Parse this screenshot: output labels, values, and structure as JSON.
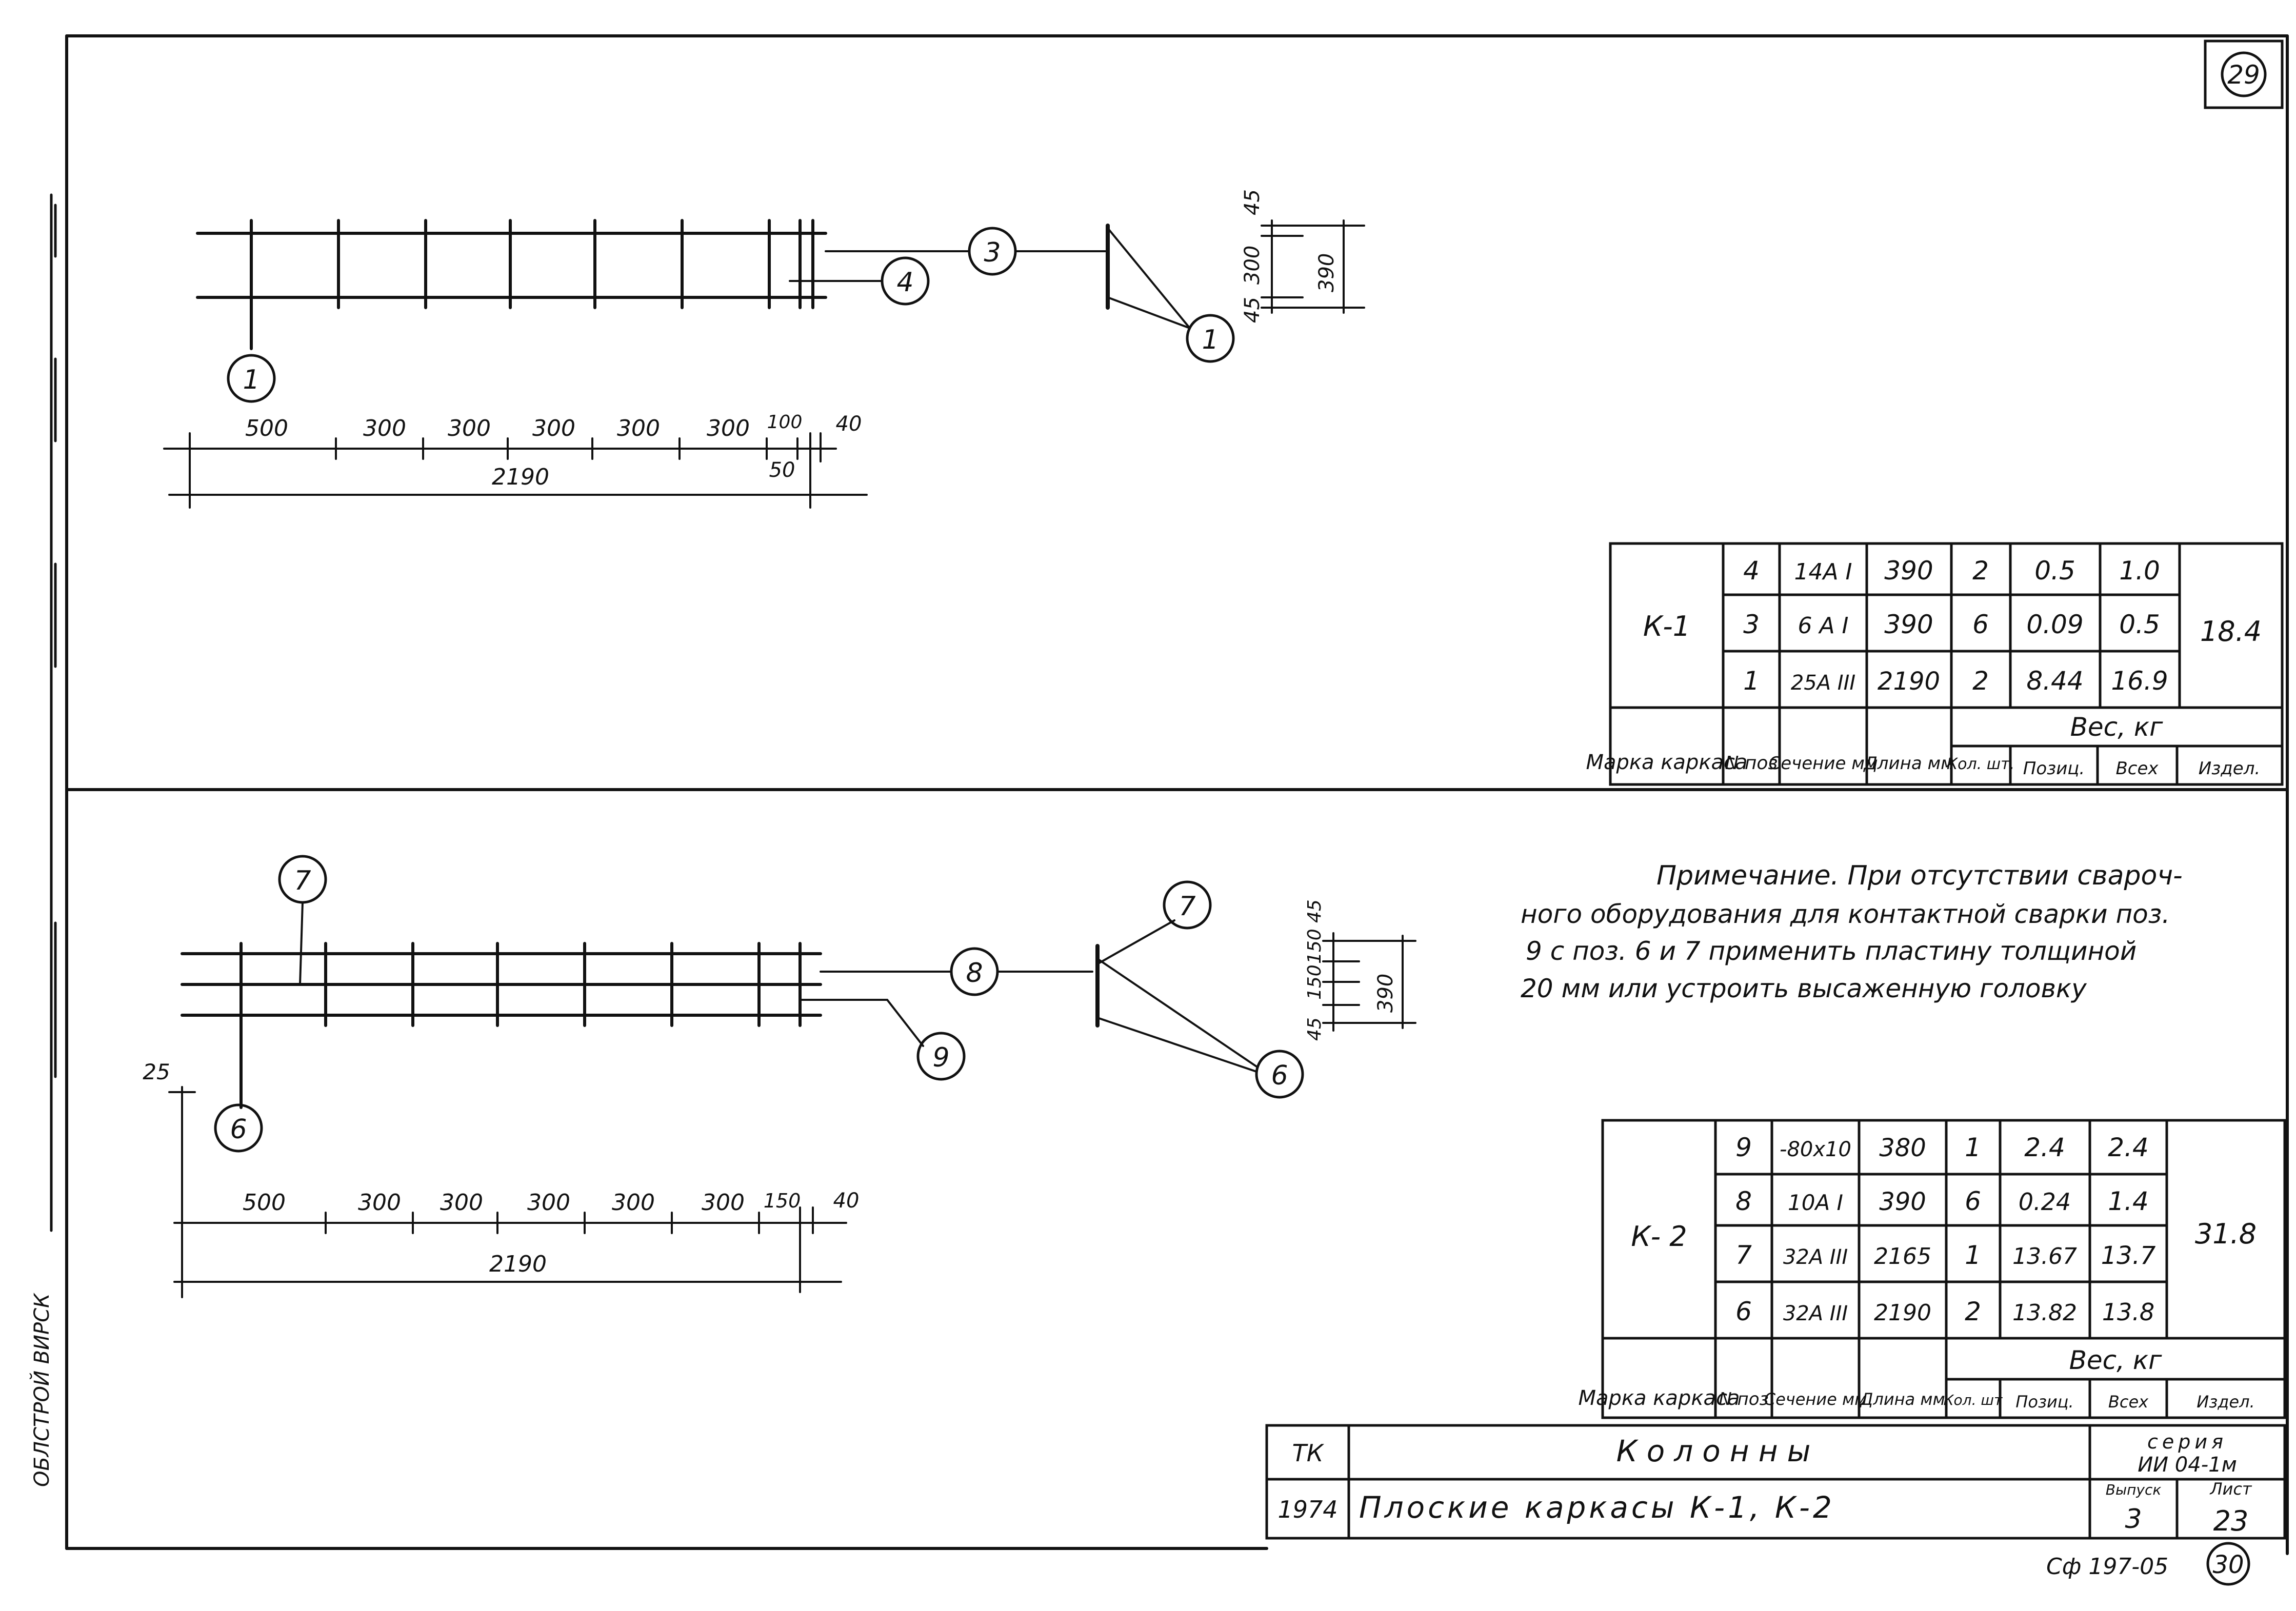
{
  "sheet": {
    "corner_number": "29",
    "bottom_code": "Сф 197-05",
    "bottom_number": "30",
    "stamp_text": "ОБЛСТРОЙ ВИРСК"
  },
  "drawing_k1": {
    "callouts": [
      "1",
      "4",
      "3",
      "1"
    ],
    "dims_top": [
      "500",
      "300",
      "300",
      "300",
      "300",
      "300",
      "100",
      "40"
    ],
    "dim_total": "2190",
    "dim_small": "50",
    "section_dims": [
      "45",
      "300",
      "45"
    ],
    "section_total": "390"
  },
  "drawing_k2": {
    "callouts": [
      "7",
      "6",
      "9",
      "8",
      "7",
      "6"
    ],
    "dims_top": [
      "500",
      "300",
      "300",
      "300",
      "300",
      "300",
      "150",
      "40"
    ],
    "dim_total": "2190",
    "dim_left": "25",
    "section_dims": [
      "45",
      "150",
      "150",
      "45"
    ],
    "section_total": "390"
  },
  "note": {
    "lines": [
      "Примечание. При отсутствии свароч-",
      "ного оборудования для контактной сварки поз.",
      "9 с поз. 6 и 7 применить пластину толщиной",
      "20 мм или устроить высаженную головку"
    ]
  },
  "table_k1": {
    "mark": "К-1",
    "total_weight": "18.4",
    "rows": [
      {
        "pos": "4",
        "section": "14A I",
        "length": "390",
        "qty": "2",
        "w_pos": "0.5",
        "w_all": "1.0"
      },
      {
        "pos": "3",
        "section": "6 A I",
        "length": "390",
        "qty": "6",
        "w_pos": "0.09",
        "w_all": "0.5"
      },
      {
        "pos": "1",
        "section": "25A III",
        "length": "2190",
        "qty": "2",
        "w_pos": "8.44",
        "w_all": "16.9"
      }
    ],
    "headers": {
      "mark": "Марка каркаса",
      "pos": "N поз",
      "section": "Сечение мм",
      "length": "Длина мм",
      "qty": "Кол. шт.",
      "weight": "Вес, кг",
      "w_pos": "Позиц.",
      "w_all": "Всех",
      "w_item": "Издел."
    }
  },
  "table_k2": {
    "mark": "К- 2",
    "total_weight": "31.8",
    "rows": [
      {
        "pos": "9",
        "section": "-80x10",
        "length": "380",
        "qty": "1",
        "w_pos": "2.4",
        "w_all": "2.4"
      },
      {
        "pos": "8",
        "section": "10A I",
        "length": "390",
        "qty": "6",
        "w_pos": "0.24",
        "w_all": "1.4"
      },
      {
        "pos": "7",
        "section": "32A III",
        "length": "2165",
        "qty": "1",
        "w_pos": "13.67",
        "w_all": "13.7"
      },
      {
        "pos": "6",
        "section": "32A III",
        "length": "2190",
        "qty": "2",
        "w_pos": "13.82",
        "w_all": "13.8"
      }
    ],
    "headers": {
      "mark": "Марка каркаса",
      "pos": "N поз",
      "section": "Сечение мм",
      "length": "Длина мм",
      "qty": "Кол. шт",
      "weight": "Вес, кг",
      "w_pos": "Позиц.",
      "w_all": "Всех",
      "w_item": "Издел."
    }
  },
  "title_block": {
    "code": "ТК",
    "year": "1974",
    "name": "Колонны",
    "subtitle": "Плоские каркасы К-1, К-2",
    "series_label": "серия",
    "series_value": "ИИ 04-1м",
    "issue_label": "Выпуск",
    "issue_value": "3",
    "sheet_label": "Лист",
    "sheet_value": "23"
  }
}
